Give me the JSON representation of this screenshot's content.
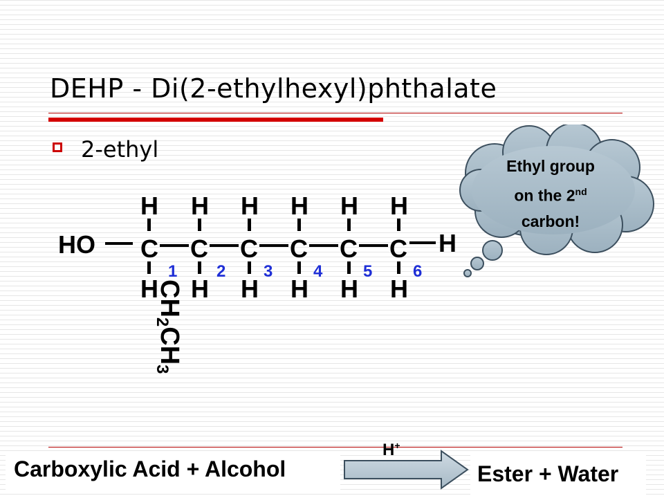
{
  "slide": {
    "title": "DEHP - Di(2-ethylhexyl)phthalate",
    "bullet": "2-ethyl"
  },
  "molecule": {
    "left_group": "HO",
    "carbon": "C",
    "hydrogen": "H",
    "carbon_numbers": [
      "1",
      "2",
      "3",
      "4",
      "5",
      "6"
    ],
    "branch": {
      "ch2": "CH",
      "ch2_sub": "2",
      "ch3": "CH",
      "ch3_sub": "3"
    }
  },
  "thought_bubble": {
    "line1": "Ethyl group",
    "line2_prefix": "on the 2",
    "line2_sup": "nd",
    "line3": "carbon!"
  },
  "reaction": {
    "reactants": "Carboxylic Acid + Alcohol",
    "catalyst": "H",
    "catalyst_sup": "+",
    "products": "Ester + Water"
  },
  "colors": {
    "accent_red": "#d40000",
    "number_blue": "#1f2fd6",
    "bubble_fill": "#a8bcc9",
    "arrow_fill": "#b9c8d3"
  }
}
